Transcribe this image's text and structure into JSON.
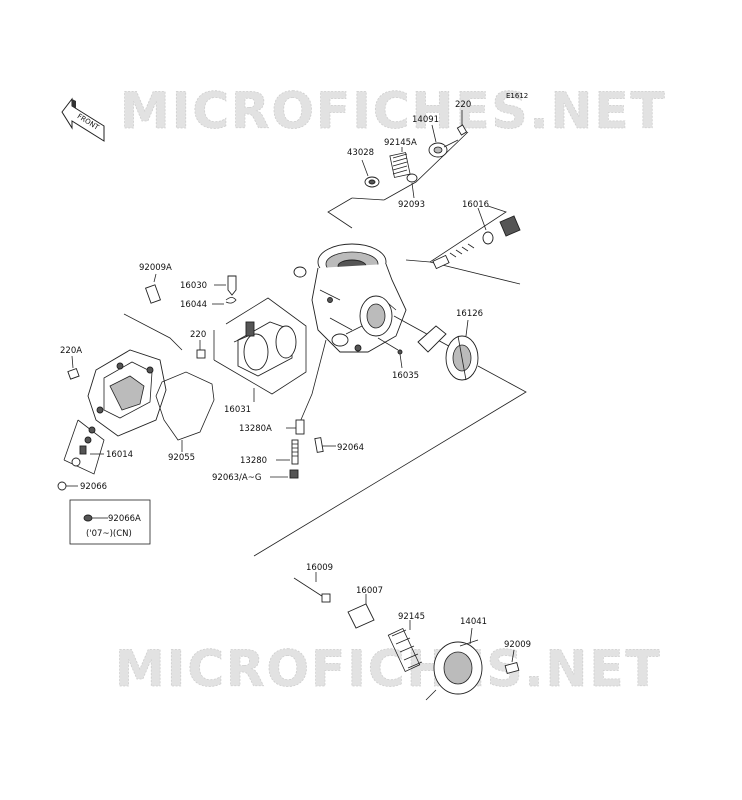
{
  "diagram_code": "E1612",
  "watermark": "MICROFICHES.NET",
  "front_label": "FRONT",
  "parts": {
    "p220_top": "220",
    "p14091": "14091",
    "p92145A": "92145A",
    "p43028": "43028",
    "p92093": "92093",
    "p16016": "16016",
    "p92009A": "92009A",
    "p16030": "16030",
    "p16044": "16044",
    "p220_mid": "220",
    "p220A": "220A",
    "p16126": "16126",
    "p16035": "16035",
    "p16031": "16031",
    "p13280A": "13280A",
    "p92064": "92064",
    "p13280": "13280",
    "p92063": "92063/A~G",
    "p16014": "16014",
    "p92055": "92055",
    "p92066": "92066",
    "p92066A": "92066A",
    "note_cn": "('07~)(CN)",
    "p16009": "16009",
    "p16007": "16007",
    "p92145": "92145",
    "p14041": "14041",
    "p92009": "92009"
  }
}
